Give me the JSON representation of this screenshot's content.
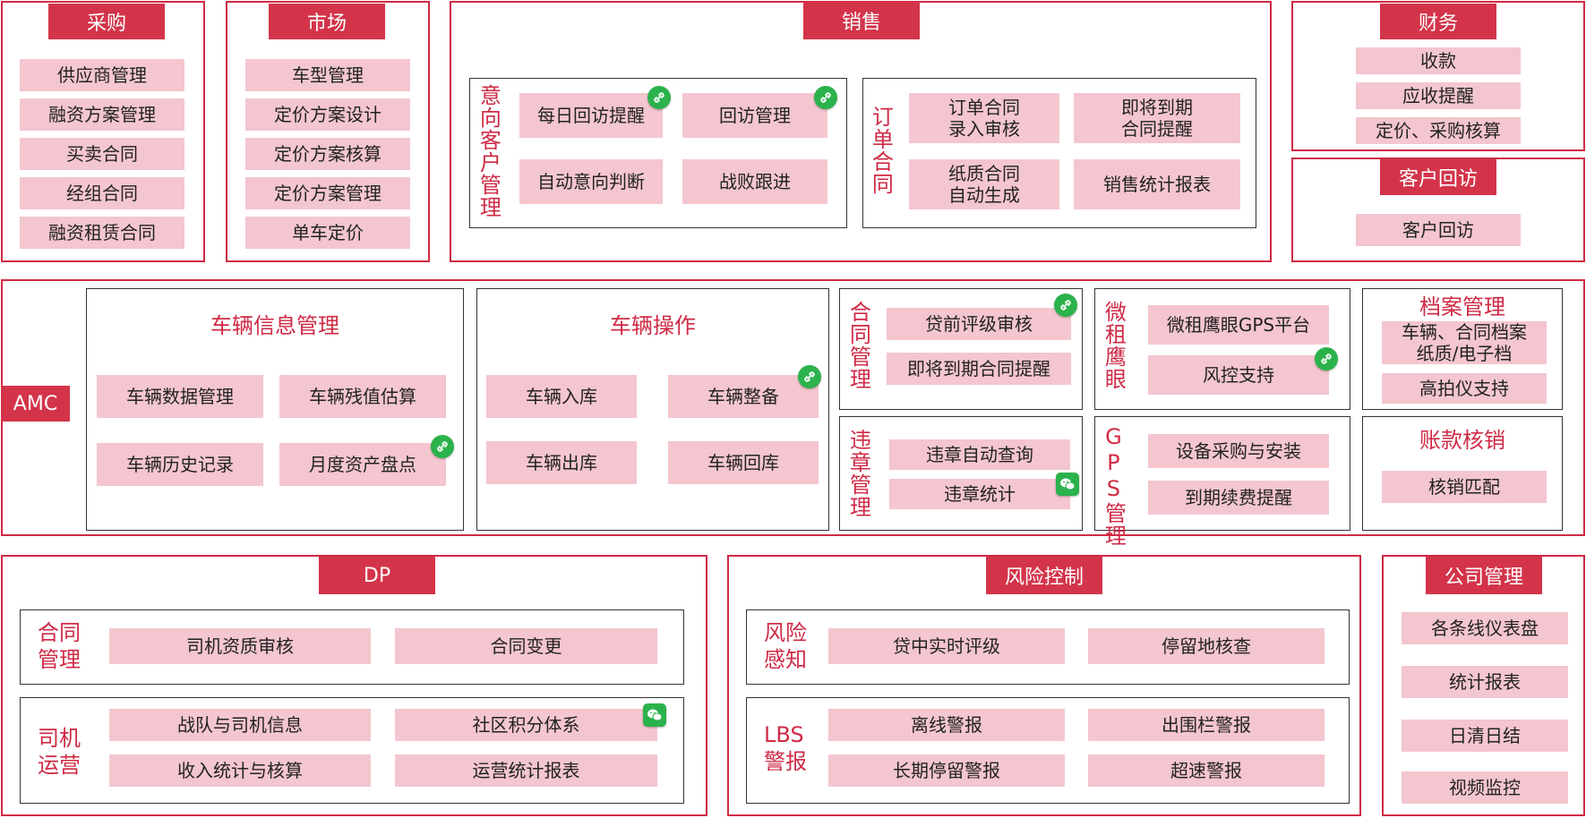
{
  "procurement": {
    "title": "采购",
    "items": [
      "供应商管理",
      "融资方案管理",
      "买卖合同",
      "经组合同",
      "融资租赁合同"
    ]
  },
  "market": {
    "title": "市场",
    "items": [
      "车型管理",
      "定价方案设计",
      "定价方案核算",
      "定价方案管理",
      "单车定价"
    ]
  },
  "sales": {
    "title": "销售",
    "intent": {
      "label": "意向客户管理",
      "items": [
        "每日回访提醒",
        "回访管理",
        "自动意向判断",
        "战败跟进"
      ]
    },
    "order": {
      "label": "订单合同",
      "items": [
        "订单合同\n录入审核",
        "即将到期\n合同提醒",
        "纸质合同\n自动生成",
        "销售统计报表"
      ]
    }
  },
  "finance": {
    "title": "财务",
    "items": [
      "收款",
      "应收提醒",
      "定价、采购核算"
    ]
  },
  "customer_visit": {
    "title": "客户回访",
    "items": [
      "客户回访"
    ]
  },
  "amc": {
    "label": "AMC",
    "vehicle_info": {
      "title": "车辆信息管理",
      "items": [
        "车辆数据管理",
        "车辆残值估算",
        "车辆历史记录",
        "月度资产盘点"
      ]
    },
    "vehicle_ops": {
      "title": "车辆操作",
      "items": [
        "车辆入库",
        "车辆整备",
        "车辆出库",
        "车辆回库"
      ]
    },
    "contract": {
      "label": "合同管理",
      "items": [
        "贷前评级审核",
        "即将到期合同提醒"
      ]
    },
    "violation": {
      "label": "违章管理",
      "items": [
        "违章自动查询",
        "违章统计"
      ]
    },
    "weizu": {
      "label": "微租鹰眼",
      "items": [
        "微租鹰眼GPS平台",
        "风控支持"
      ]
    },
    "gps": {
      "label": "GPS管理",
      "items": [
        "设备采购与安装",
        "到期续费提醒"
      ]
    },
    "archive": {
      "title": "档案管理",
      "items": [
        "车辆、合同档案\n纸质/电子档",
        "高拍仪支持"
      ]
    },
    "account": {
      "title": "账款核销",
      "items": [
        "核销匹配"
      ]
    }
  },
  "dp": {
    "title": "DP",
    "contract": {
      "label": "合同\n管理",
      "items": [
        "司机资质审核",
        "合同变更"
      ]
    },
    "driver": {
      "label": "司机\n运营",
      "items": [
        "战队与司机信息",
        "社区积分体系",
        "收入统计与核算",
        "运营统计报表"
      ]
    }
  },
  "risk": {
    "title": "风险控制",
    "perception": {
      "label": "风险\n感知",
      "items": [
        "贷中实时评级",
        "停留地核查"
      ]
    },
    "lbs": {
      "label": "LBS\n警报",
      "items": [
        "离线警报",
        "出围栏警报",
        "长期停留警报",
        "超速警报"
      ]
    }
  },
  "company": {
    "title": "公司管理",
    "items": [
      "各条线仪表盘",
      "统计报表",
      "日清日结",
      "视频监控"
    ]
  },
  "colors": {
    "accent": "#d3344a",
    "border": "#cf2a45",
    "chip": "#f4c6cf",
    "badge": "#2bb24c"
  }
}
